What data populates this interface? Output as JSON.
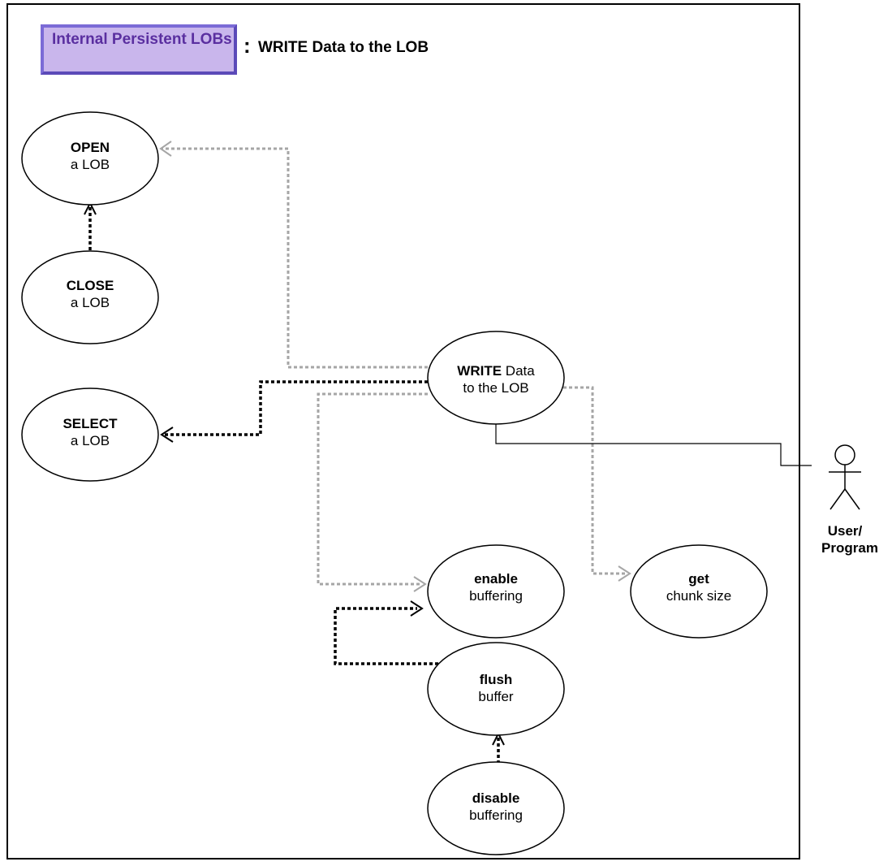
{
  "header": {
    "badge_label": "Internal Persistent LOBs",
    "colon": ":",
    "title": "WRITE Data to the LOB"
  },
  "use_cases": {
    "open": {
      "bold": "OPEN",
      "rest": "a LOB"
    },
    "close": {
      "bold": "CLOSE",
      "rest": "a LOB"
    },
    "select": {
      "bold": "SELECT",
      "rest": "a LOB"
    },
    "write": {
      "bold": "WRITE",
      "rest_line1": " Data",
      "line2": "to the LOB"
    },
    "enable": {
      "bold": "enable",
      "rest": "buffering"
    },
    "get": {
      "bold": "get",
      "rest": "chunk size"
    },
    "flush": {
      "bold": "flush",
      "rest": "buffer"
    },
    "disable": {
      "bold": "disable",
      "rest": "buffering"
    }
  },
  "actor": {
    "line1": "User/",
    "line2": "Program"
  },
  "colors": {
    "badge_fill": "#c9b6ec",
    "badge_text": "#5a2fa0",
    "dependency_required": "#000000",
    "dependency_optional": "#a6a6a6"
  }
}
